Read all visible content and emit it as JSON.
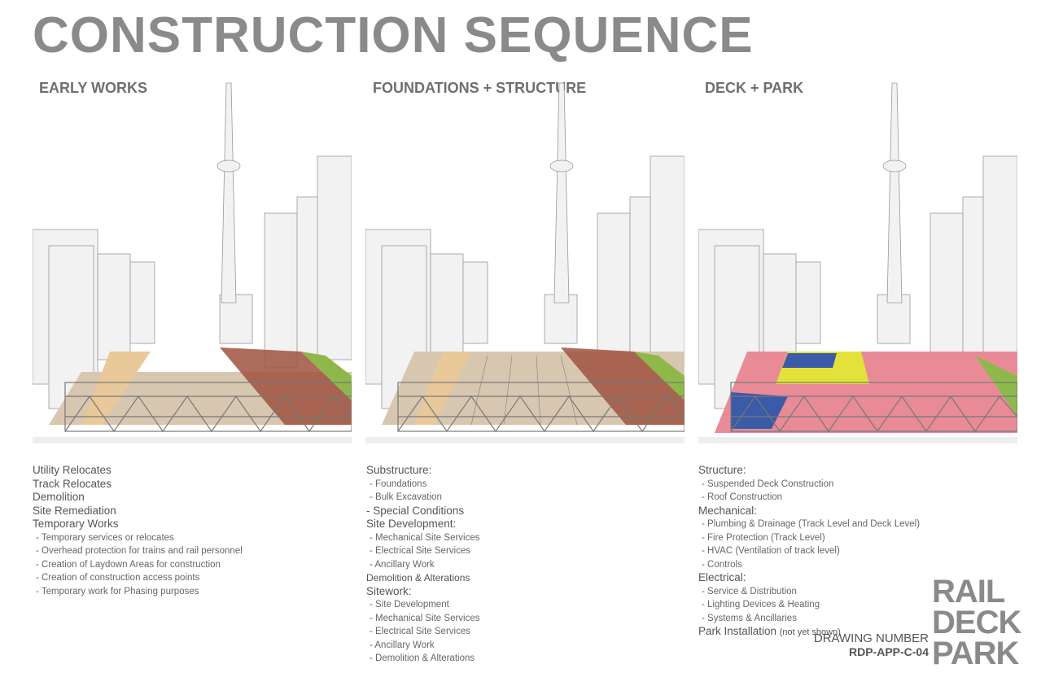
{
  "title": "CONSTRUCTION SEQUENCE",
  "columns": [
    {
      "heading": "EARLY WORKS",
      "lines": [
        {
          "t": "Utility Relocates",
          "k": "main"
        },
        {
          "t": "Track Relocates",
          "k": "main"
        },
        {
          "t": "Demolition",
          "k": "main"
        },
        {
          "t": "Site Remediation",
          "k": "main"
        },
        {
          "t": "Temporary Works",
          "k": "main"
        },
        {
          "t": "- Temporary services or relocates",
          "k": "sub"
        },
        {
          "t": "- Overhead protection for trains and rail personnel",
          "k": "sub"
        },
        {
          "t": "- Creation of Laydown Areas for construction",
          "k": "sub"
        },
        {
          "t": "- Creation of construction access points",
          "k": "sub"
        },
        {
          "t": "- Temporary work for Phasing purposes",
          "k": "sub"
        }
      ]
    },
    {
      "heading": "FOUNDATIONS + STRUCTURE",
      "lines": [
        {
          "t": "Substructure:",
          "k": "main"
        },
        {
          "t": "- Foundations",
          "k": "sub"
        },
        {
          "t": "- Bulk Excavation",
          "k": "sub"
        },
        {
          "t": "- Special Conditions",
          "k": "main"
        },
        {
          "t": "Site Development:",
          "k": "main"
        },
        {
          "t": "- Mechanical Site Services",
          "k": "sub"
        },
        {
          "t": "- Electrical Site Services",
          "k": "sub"
        },
        {
          "t": "- Ancillary Work",
          "k": "sub"
        },
        {
          "t": "Demolition & Alterations",
          "k": "mid"
        },
        {
          "t": "Sitework:",
          "k": "main"
        },
        {
          "t": "- Site Development",
          "k": "sub"
        },
        {
          "t": "- Mechanical Site Services",
          "k": "sub"
        },
        {
          "t": "- Electrical Site Services",
          "k": "sub"
        },
        {
          "t": "- Ancillary Work",
          "k": "sub"
        },
        {
          "t": "- Demolition & Alterations",
          "k": "sub"
        }
      ]
    },
    {
      "heading": "DECK + PARK",
      "lines": [
        {
          "t": "Structure:",
          "k": "main"
        },
        {
          "t": "- Suspended Deck Construction",
          "k": "sub"
        },
        {
          "t": "- Roof Construction",
          "k": "sub"
        },
        {
          "t": "Mechanical:",
          "k": "main"
        },
        {
          "t": "- Plumbing & Drainage (Track Level and Deck Level)",
          "k": "sub"
        },
        {
          "t": "- Fire Protection (Track Level)",
          "k": "sub"
        },
        {
          "t": "- HVAC (Ventilation of track level)",
          "k": "sub"
        },
        {
          "t": "- Controls",
          "k": "sub"
        },
        {
          "t": "Electrical:",
          "k": "main"
        },
        {
          "t": "- Service & Distribution",
          "k": "sub"
        },
        {
          "t": "- Lighting Devices & Heating",
          "k": "sub"
        },
        {
          "t": "- Systems & Ancillaries",
          "k": "sub"
        },
        {
          "t": "Park Installation",
          "k": "main",
          "note": "(not yet shown)"
        }
      ]
    }
  ],
  "drawing": {
    "label": "DRAWING NUMBER",
    "number": "RDP-APP-C-04"
  },
  "logo": [
    "RAIL",
    "DECK",
    "PARK"
  ],
  "colors": {
    "title": "#8a8a8a",
    "track": "#e9c89a",
    "ground": "#d8c7b0",
    "rail": "#a0523f",
    "green": "#8fb84a",
    "deck_red": "#e88b97",
    "deck_yellow": "#e3e23b",
    "deck_blue": "#3b5aa8"
  }
}
